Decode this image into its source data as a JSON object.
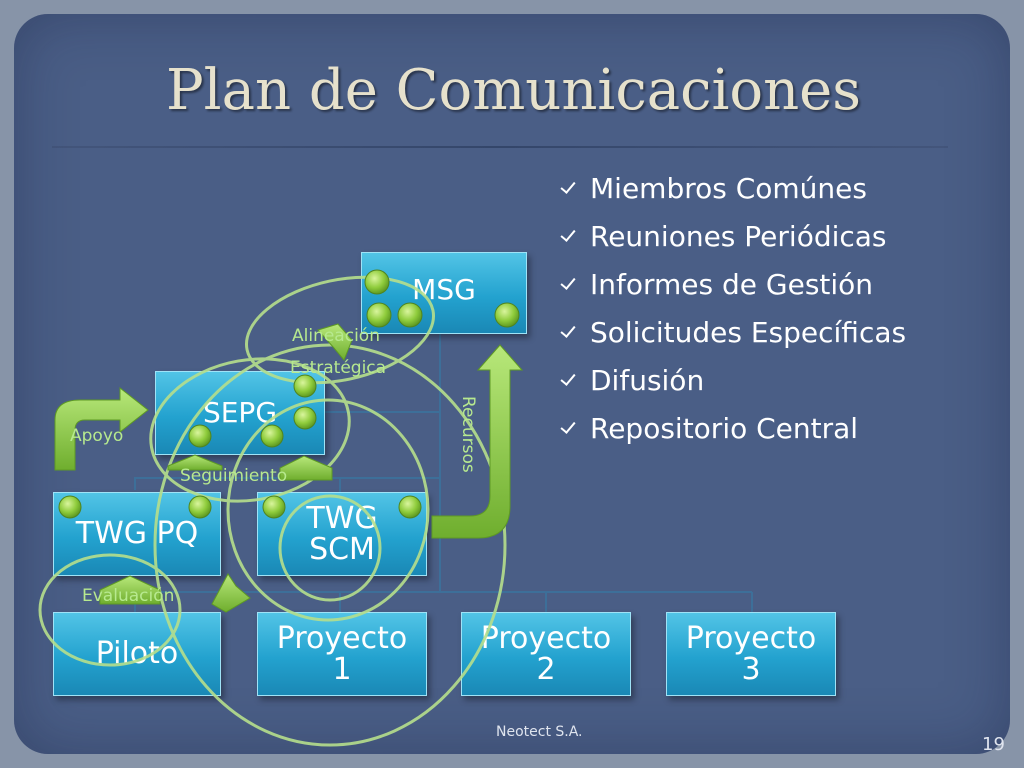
{
  "title": "Plan de Comunicaciones",
  "bullets": [
    "Miembros Comúnes",
    "Reuniones Periódicas",
    "Informes de Gestión",
    "Solicitudes Específicas",
    "Difusión",
    "Repositorio Central"
  ],
  "nodes": {
    "msg": "MSG",
    "sepg": "SEPG",
    "twg_pq": "TWG PQ",
    "twg_scm_line1": "TWG",
    "twg_scm_line2": "SCM",
    "piloto": "Piloto",
    "proyecto1_line1": "Proyecto",
    "proyecto1_line2": "1",
    "proyecto2_line1": "Proyecto",
    "proyecto2_line2": "2",
    "proyecto3_line1": "Proyecto",
    "proyecto3_line2": "3"
  },
  "labels": {
    "alineacion_line1": "Alineación",
    "alineacion_line2": "Estratégica",
    "apoyo": "Apoyo",
    "seguimiento": "Seguimiento",
    "recursos": "Recursos",
    "evaluacion": "Evaluación"
  },
  "footer": "Neotect S.A.",
  "page_number": "19",
  "colors": {
    "background": "#4a5e86",
    "box": "#23a2cf",
    "accent_green": "#8fd454",
    "title": "#e6e1cc"
  }
}
